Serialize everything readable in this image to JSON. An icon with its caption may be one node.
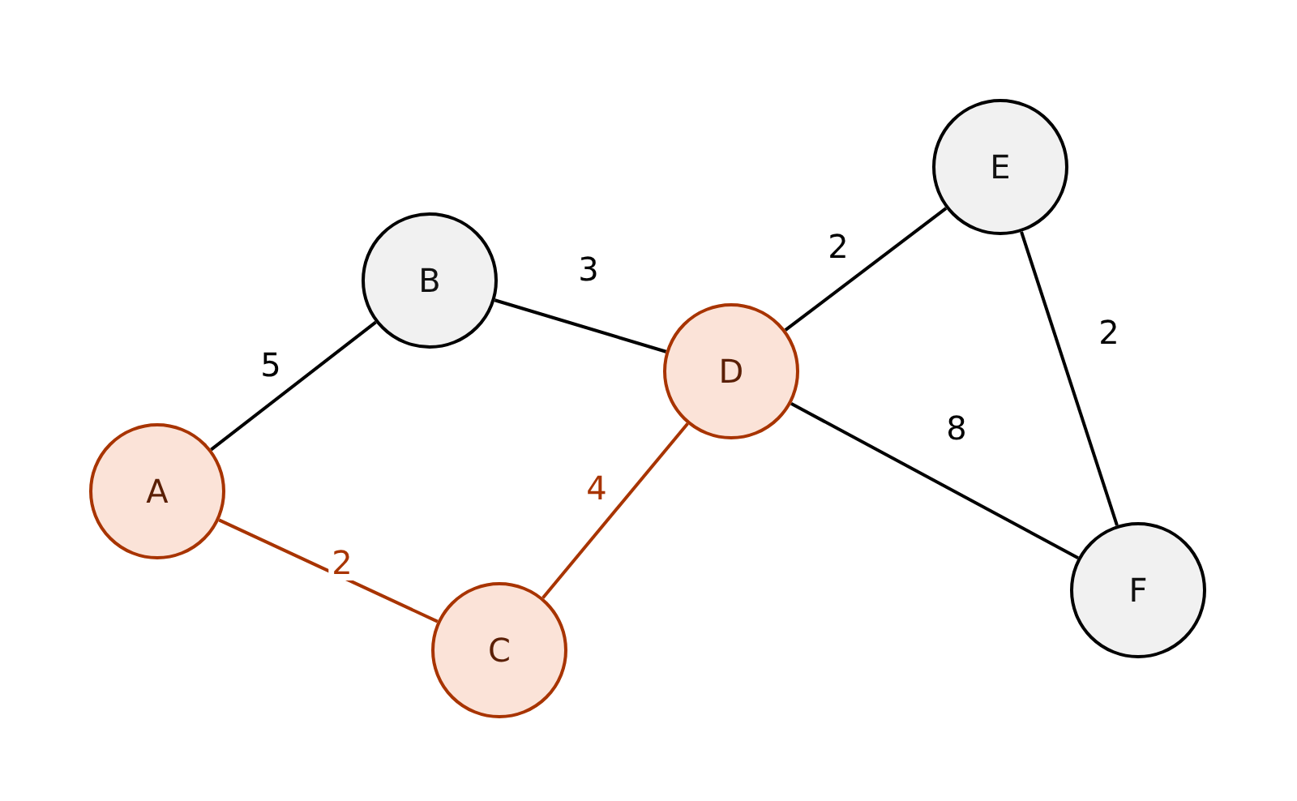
{
  "diagram": {
    "nodes": [
      {
        "text": [
          "A"
        ]
      },
      {
        "text": [
          "B"
        ]
      },
      {
        "text": [
          "C"
        ]
      },
      {
        "text": [
          "D"
        ]
      },
      {
        "text": [
          "E"
        ]
      },
      {
        "text": [
          "F"
        ]
      }
    ],
    "edges": [
      {
        "from": 0,
        "to": 1,
        "arrow": "none",
        "label": "5"
      },
      {
        "from": 1,
        "to": 3,
        "arrow": "none",
        "label": "3"
      },
      {
        "from": 3,
        "to": 4,
        "arrow": "none",
        "label": "2"
      },
      {
        "from": 4,
        "to": 5,
        "arrow": "none",
        "label": "2"
      },
      {
        "from": 3,
        "to": 5,
        "arrow": "none",
        "label": "8"
      },
      {
        "from": 0,
        "to": 2,
        "arrow": "none",
        "label": "2",
        "color": "#a83400"
      },
      {
        "from": 2,
        "to": 3,
        "arrow": "none",
        "label": "4",
        "color": "#a83400"
      }
    ]
  }
}
